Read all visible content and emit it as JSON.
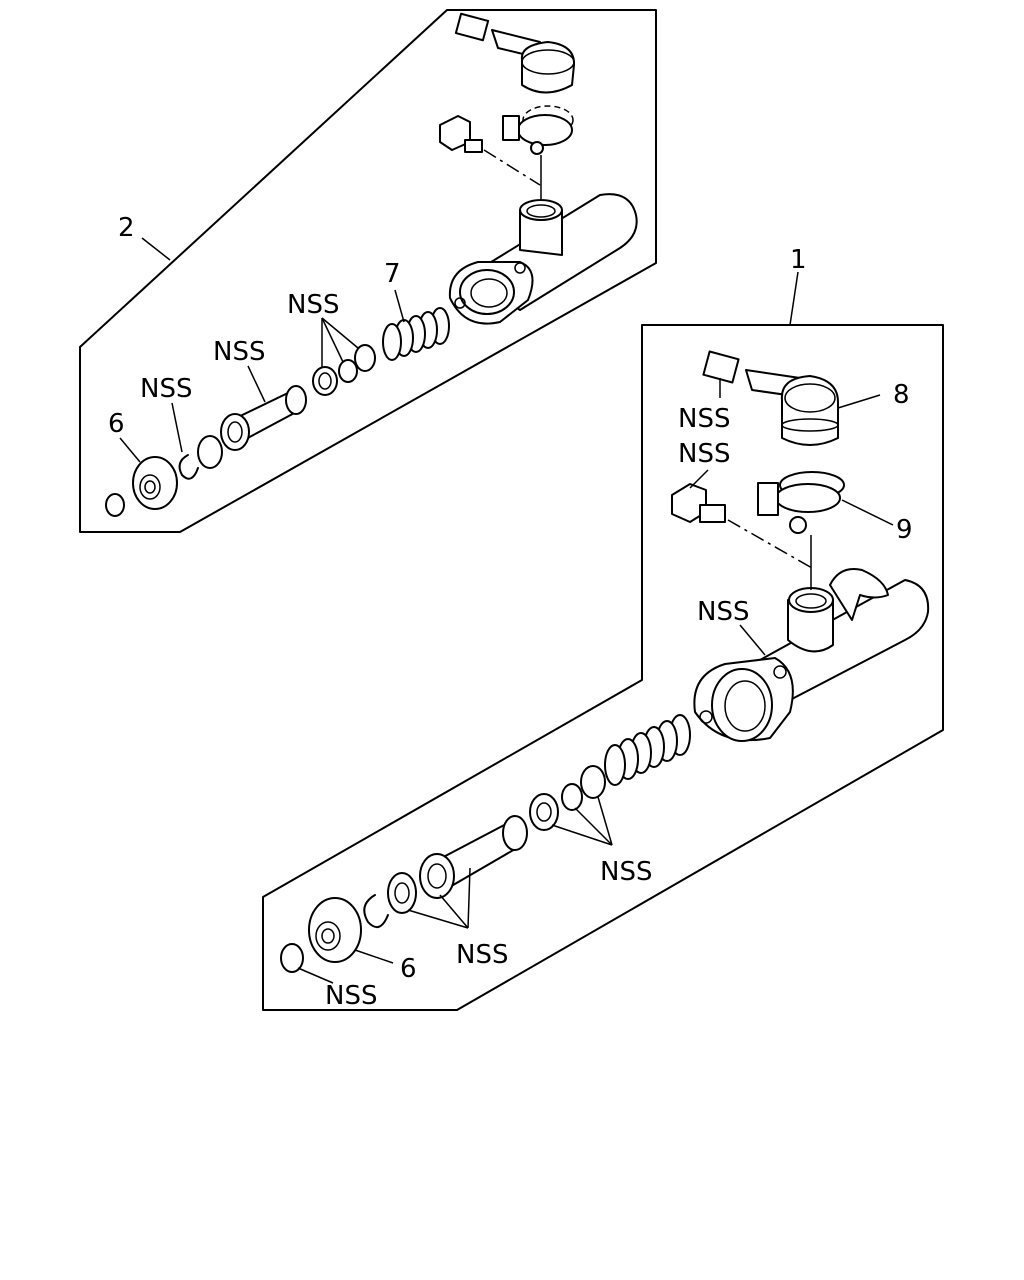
{
  "labels": {
    "assembly_upper": "2",
    "assembly_lower": "1",
    "nss": "NSS",
    "item_6": "6",
    "item_7": "7",
    "item_8": "8",
    "item_9": "9"
  }
}
